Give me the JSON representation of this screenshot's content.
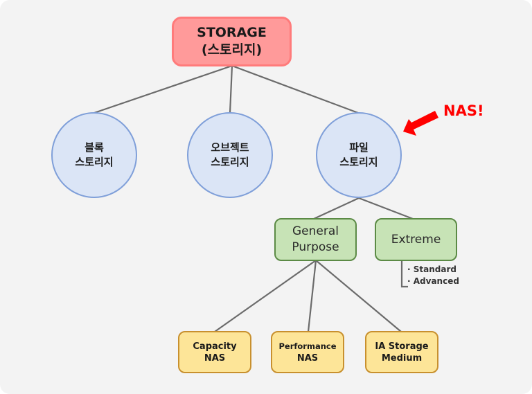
{
  "root": {
    "line1": "STORAGE",
    "line2": "(스토리지)",
    "color": "#ff9a9a"
  },
  "storage_types": [
    {
      "line1": "블록",
      "line2": "스토리지"
    },
    {
      "line1": "오브젝트",
      "line2": "스토리지"
    },
    {
      "line1": "파일",
      "line2": "스토리지"
    }
  ],
  "callout": {
    "text": "NAS!",
    "color": "#ff0000"
  },
  "file_tiers": [
    {
      "line1": "General",
      "line2": "Purpose"
    },
    {
      "line1": "Extreme",
      "line2": ""
    }
  ],
  "extreme_options": [
    "Standard",
    "Advanced"
  ],
  "general_purpose_tiers": [
    {
      "line1": "Capacity",
      "line2": "NAS"
    },
    {
      "line1": "Performance",
      "line2": "NAS"
    },
    {
      "line1": "IA Storage",
      "line2": "Medium"
    }
  ]
}
